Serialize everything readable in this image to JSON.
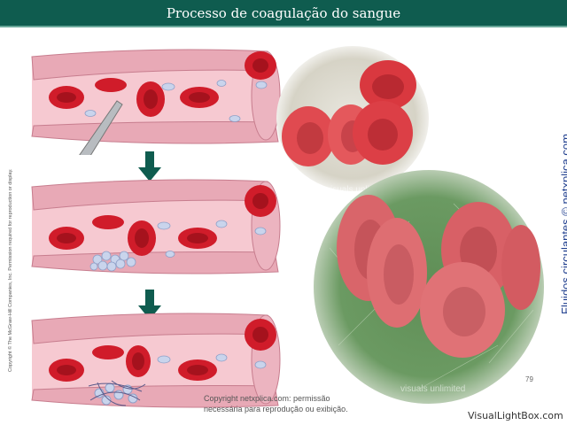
{
  "title": "Processo de coagulação do sangue",
  "copyright_vertical": "Copyright © The McGraw-Hill Companies, Inc. Permission required for reproduction or display.",
  "side_credit": "Fluidos circulantes © netxplica.com",
  "bottom_note": {
    "line1": "Copyright netxplica.com: permissão",
    "line2": "necessária para reprodução ou exibição."
  },
  "page_number": "79",
  "watermark": "VisualLightBox.com",
  "photo_watermark_1": "visuals unlim",
  "photo_watermark_2": "visuals unlimited",
  "colors": {
    "title_bar": "#0f5c4f",
    "arrow": "#0f5c4f",
    "vessel_wall": "#e8a9b6",
    "red_cell": "#d01c2a",
    "platelet": "#c9d4ec",
    "credit_text": "#1f3e8e"
  }
}
